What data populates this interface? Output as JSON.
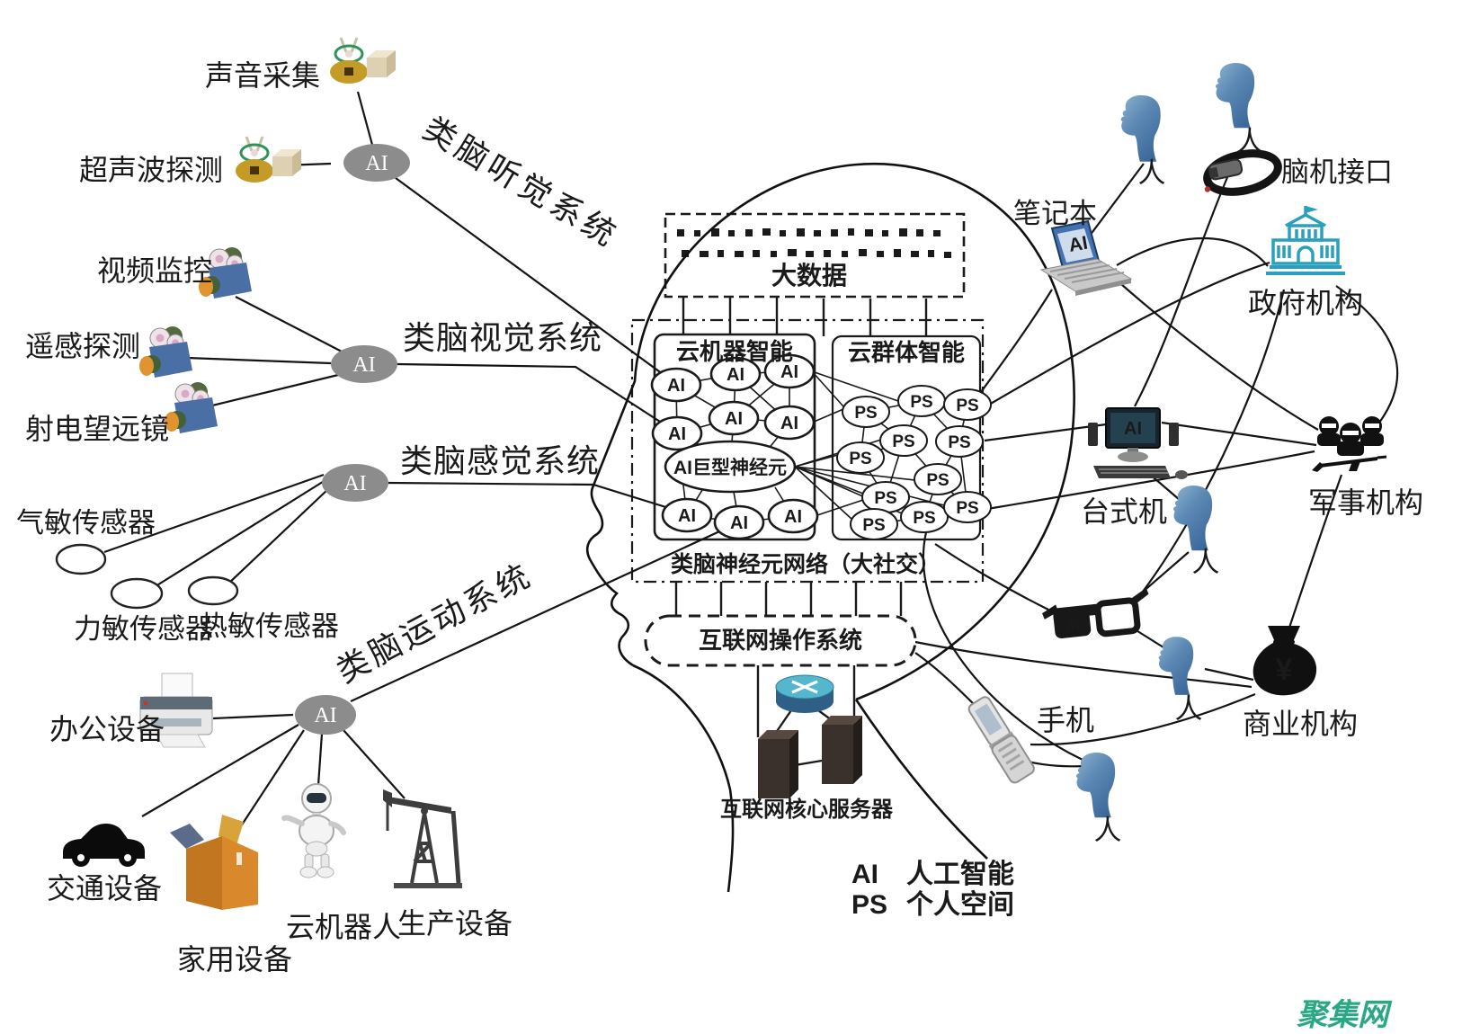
{
  "legend": {
    "ai_abbr": "AI",
    "ai_name": "人工智能",
    "ps_abbr": "PS",
    "ps_name": "个人空间"
  },
  "watermark": "聚集网",
  "brain": {
    "big_data": "大数据",
    "cloud_machine_intelligence": "云机器智能",
    "cloud_swarm_intelligence": "云群体智能",
    "ai_giant_neuron": "AI巨型神经元",
    "brain_neuron_network": "类脑神经元网络（大社交）",
    "internet_os": "互联网操作系统",
    "internet_core_server": "互联网核心服务器"
  },
  "systems": {
    "hub_label": "AI",
    "auditory": "类脑听觉系统",
    "visual": "类脑视觉系统",
    "sensory": "类脑感觉系统",
    "motor": "类脑运动系统"
  },
  "left_devices": {
    "sound_collection": "声音采集",
    "ultrasonic_detection": "超声波探测",
    "video_surveillance": "视频监控",
    "remote_sensing": "遥感探测",
    "radio_telescope": "射电望远镜",
    "gas_sensor": "气敏传感器",
    "force_sensor": "力敏传感器",
    "thermal_sensor": "热敏传感器",
    "office_equipment": "办公设备",
    "transport_equipment": "交通设备",
    "household_equipment": "家用设备",
    "cloud_robot": "云机器人",
    "production_equipment": "生产设备"
  },
  "right_entities": {
    "laptop": "笔记本",
    "person": "人",
    "brain_computer_interface": "脑机接口",
    "government": "政府机构",
    "desktop": "台式机",
    "military": "军事机构",
    "mobile_phone": "手机",
    "business": "商业机构",
    "device_ai_mark": "AI",
    "currency_mark": "¥"
  },
  "colors": {
    "line": "#141414",
    "hub_gray": "#8c8c8c",
    "person_blue": "#4a77a6",
    "government_teal": "#2aa0bc",
    "watermark_green": "#2aa884",
    "camera_blue": "#4a6fa5",
    "sensor_gold": "#c49b26",
    "household_orange": "#d0802b",
    "router_teal": "#54b7cd"
  }
}
